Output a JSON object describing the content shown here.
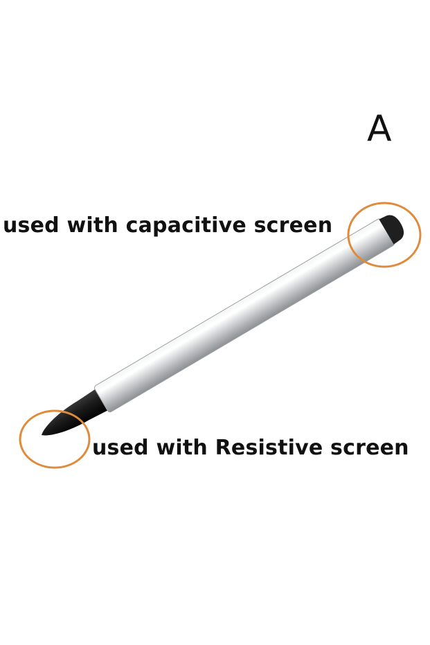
{
  "variant_label": "A",
  "annotations": {
    "capacitive_label": "used with capacitive screen",
    "resistive_label": "used with Resistive screen"
  },
  "colors": {
    "highlight_circle": "#e08a3c",
    "pen_barrel": "#c9cbcd",
    "pen_tip": "#1a1a1a",
    "text": "#111111"
  }
}
